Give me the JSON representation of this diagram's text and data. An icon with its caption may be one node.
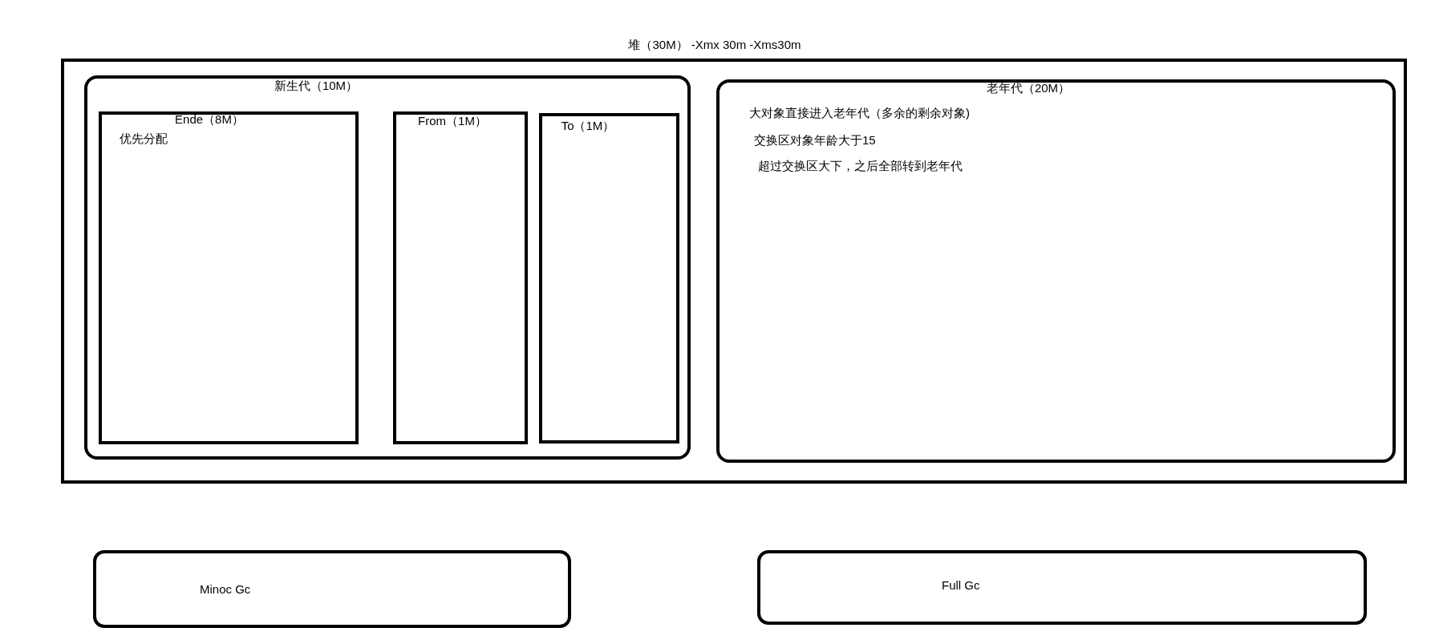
{
  "diagram": {
    "nodes": [
      {
        "text": [
          "堆（30M） -Xmx 30m -Xms30m"
        ]
      },
      {
        "text": [
          "新生代（10M）"
        ],
        "in": 0
      },
      {
        "text": [
          "Ende（8M）",
          "优先分配"
        ],
        "in": 1
      },
      {
        "text": [
          "From（1M）"
        ],
        "in": 1
      },
      {
        "text": [
          "To（1M）"
        ],
        "in": 1
      },
      {
        "text": [
          "老年代（20M）",
          "大对象直接进入老年代（多余的剩余对象)",
          "交换区对象年龄大于15",
          "超过交换区大下，之后全部转到老年代"
        ],
        "in": 0
      },
      {
        "text": [
          "Minoc Gc"
        ]
      },
      {
        "text": [
          "Full Gc"
        ]
      }
    ]
  }
}
